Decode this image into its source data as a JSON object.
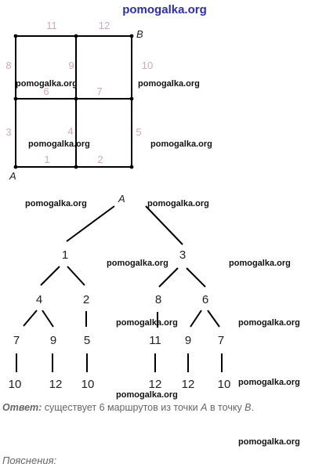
{
  "watermark": "pomogalka.org",
  "grid": {
    "edge_labels": [
      "1",
      "2",
      "3",
      "4",
      "5",
      "6",
      "7",
      "8",
      "9",
      "10",
      "11",
      "12"
    ],
    "start_label": "A",
    "end_label": "B"
  },
  "tree": {
    "root": "A",
    "level1": [
      "1",
      "3"
    ],
    "level2": [
      "4",
      "2",
      "8",
      "6"
    ],
    "level3": [
      "7",
      "9",
      "5",
      "11",
      "9",
      "7"
    ],
    "level4": [
      "10",
      "12",
      "10",
      "12",
      "12",
      "10"
    ]
  },
  "answer": {
    "lead": "Ответ:",
    "text_before": " существует 6 маршрутов из точки ",
    "point_a": "A",
    "text_mid": " в точку ",
    "point_b": "B",
    "text_end": "."
  },
  "notes_title": "Пояснения:",
  "colors": {
    "edge_label": "#d2a8b3",
    "watermark_top": "#2e2ea8",
    "line": "#000000"
  }
}
